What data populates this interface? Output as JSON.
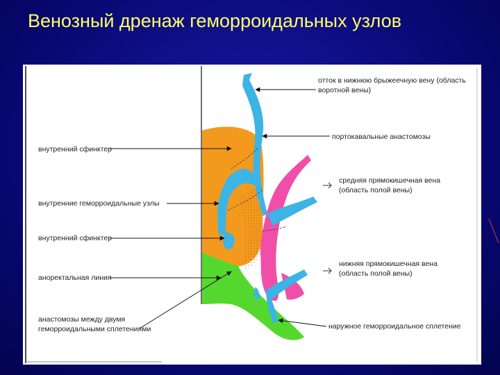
{
  "slide": {
    "title": "Венозный дренаж геморроидальных узлов"
  },
  "labels": {
    "inner_sphincter_top": "внутренний сфинктер",
    "inner_nodes": "внутренние геморроидальные узлы",
    "inner_sphincter_mid": "внутренний сфинктер",
    "anorectal_line": "аноректальная линия",
    "anastomoses_line1": "анастомозы между двумя",
    "anastomoses_line2": "геморроидальными сплетениями",
    "outflow_line1": "отток в нижнюю брыжеечную вену (область",
    "outflow_line2": "воротной вены)",
    "portocaval": "портокавальные анастомозы",
    "middle_rectal_line1": "средняя прямокишечная вена",
    "middle_rectal_line2": "(область полой вены)",
    "lower_rectal_line1": "нижняя прямокишечная вена",
    "lower_rectal_line2": "(область полой вены)",
    "external_plexus": "наружное геморроидальное сплетение"
  },
  "colors": {
    "sphincter": "#f39a1e",
    "veins_blue": "#3cb4e6",
    "veins_pink": "#f04ea8",
    "anal_green": "#55d82e",
    "title": "#ffff66"
  }
}
